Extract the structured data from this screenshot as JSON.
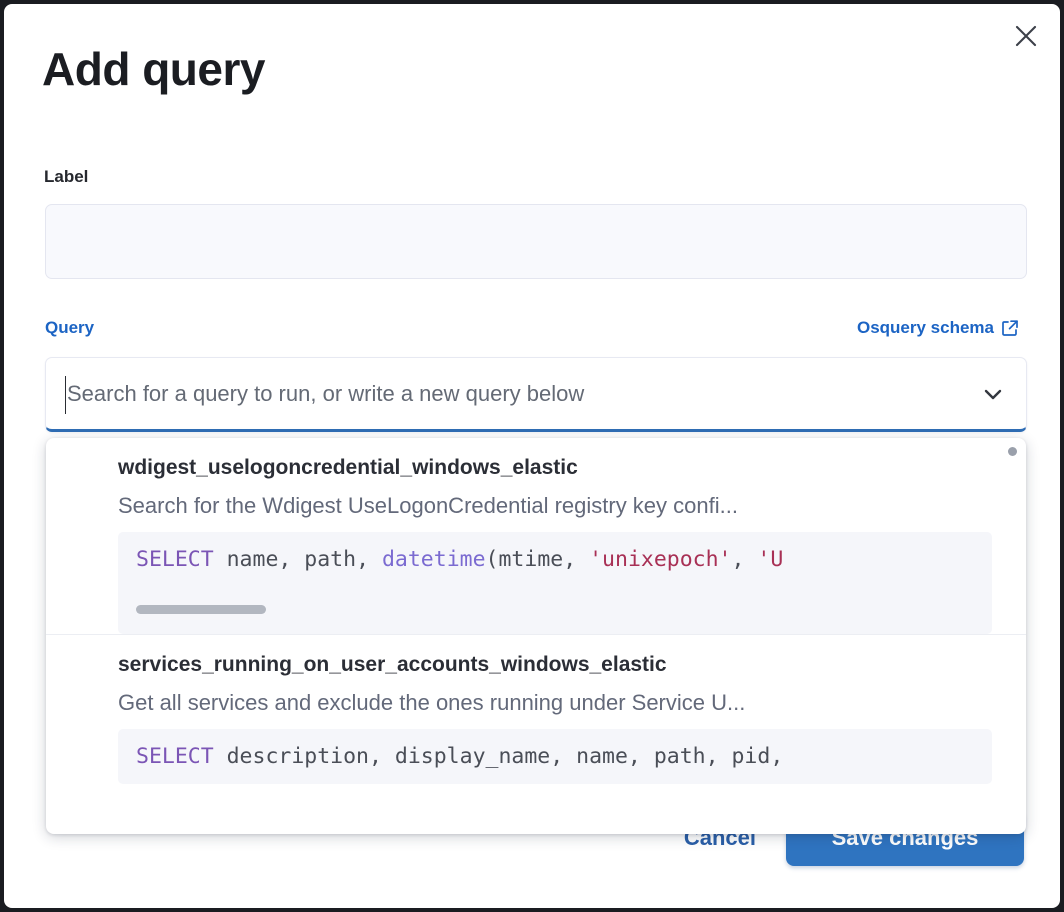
{
  "modal": {
    "title": "Add query",
    "close_icon": "close-icon"
  },
  "label_field": {
    "label": "Label",
    "value": "",
    "placeholder": ""
  },
  "query_field": {
    "label": "Query",
    "schema_link_text": "Osquery schema",
    "schema_link_icon": "external-link-icon",
    "combo_value": "",
    "combo_placeholder": "Search for a query to run, or write a new query below",
    "chevron_icon": "chevron-down-icon"
  },
  "dropdown": {
    "options": [
      {
        "title": "wdigest_uselogoncredential_windows_elastic",
        "description": "Search for the Wdigest UseLogonCredential registry key confi...",
        "code_tokens": [
          {
            "t": "SELECT",
            "c": "kw"
          },
          {
            "t": " name",
            "c": "pun"
          },
          {
            "t": ", ",
            "c": "pun"
          },
          {
            "t": "path",
            "c": "pun"
          },
          {
            "t": ", ",
            "c": "pun"
          },
          {
            "t": "datetime",
            "c": "fn"
          },
          {
            "t": "(",
            "c": "pun"
          },
          {
            "t": "mtime",
            "c": "pun"
          },
          {
            "t": ", ",
            "c": "pun"
          },
          {
            "t": "'unixepoch'",
            "c": "str"
          },
          {
            "t": ", ",
            "c": "pun"
          },
          {
            "t": "'U",
            "c": "str"
          }
        ],
        "has_hscrollbar": true
      },
      {
        "title": "services_running_on_user_accounts_windows_elastic",
        "description": "Get all services and exclude the ones running under Service U...",
        "code_tokens": [
          {
            "t": "SELECT",
            "c": "kw"
          },
          {
            "t": " description",
            "c": "pun"
          },
          {
            "t": ", ",
            "c": "pun"
          },
          {
            "t": "display_name",
            "c": "pun"
          },
          {
            "t": ", ",
            "c": "pun"
          },
          {
            "t": "name",
            "c": "pun"
          },
          {
            "t": ", ",
            "c": "pun"
          },
          {
            "t": "path",
            "c": "pun"
          },
          {
            "t": ", ",
            "c": "pun"
          },
          {
            "t": "pid",
            "c": "pun"
          },
          {
            "t": ",",
            "c": "pun"
          }
        ],
        "has_hscrollbar": false
      }
    ]
  },
  "footer": {
    "cancel_label": "Cancel",
    "save_label": "Save changes"
  },
  "colors": {
    "accent_blue": "#1c64c4",
    "primary_button": "#2f74c0",
    "focus_underline": "#2f6db5",
    "sql_keyword": "#7b55b5",
    "sql_function": "#7b6bd1",
    "sql_string": "#a83055"
  }
}
